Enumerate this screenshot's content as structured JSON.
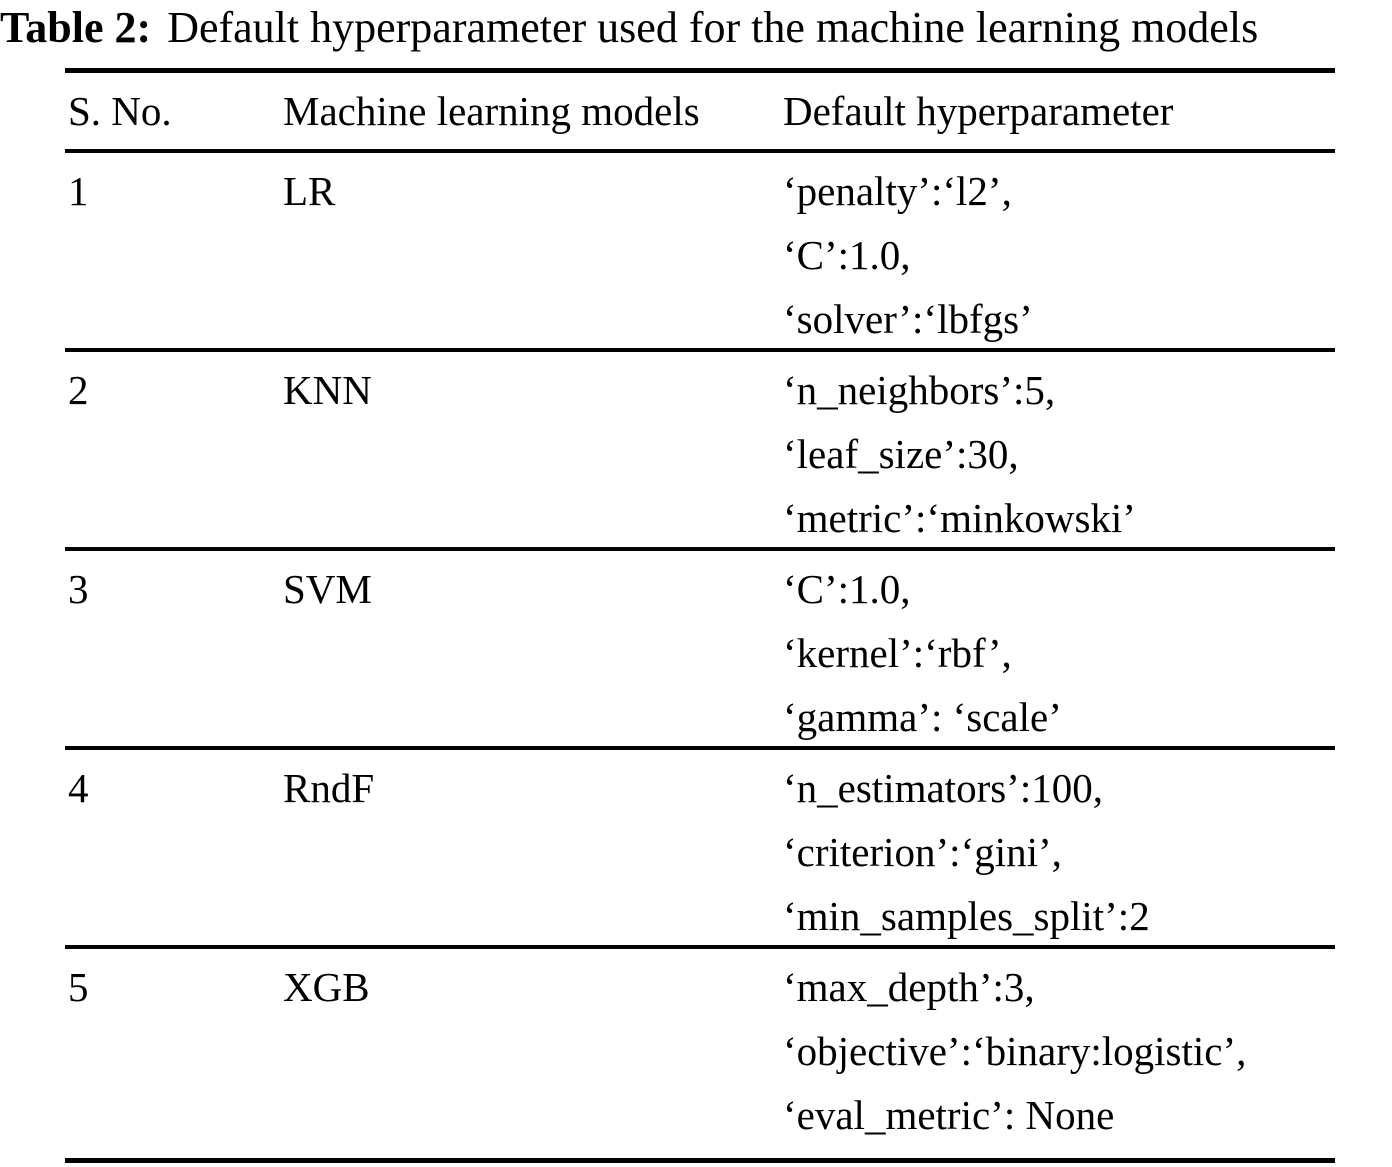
{
  "title": {
    "label": "Table 2:",
    "text": "Default hyperparameter used for the machine learning models"
  },
  "table": {
    "headers": [
      "S. No.",
      "Machine learning models",
      "Default hyperparameter"
    ],
    "rows": [
      {
        "sno": "1",
        "model": "LR",
        "params": [
          "‘penalty’:‘l2’,",
          "‘C’:1.0,",
          "‘solver’:‘lbfgs’"
        ]
      },
      {
        "sno": "2",
        "model": "KNN",
        "params": [
          "‘n_neighbors’:5,",
          "‘leaf_size’:30,",
          "‘metric’:‘minkowski’"
        ]
      },
      {
        "sno": "3",
        "model": "SVM",
        "params": [
          "‘C’:1.0,",
          "‘kernel’:‘rbf’,",
          "‘gamma’: ‘scale’"
        ]
      },
      {
        "sno": "4",
        "model": "RndF",
        "params": [
          "‘n_estimators’:100,",
          "‘criterion’:‘gini’,",
          "‘min_samples_split’:2"
        ]
      },
      {
        "sno": "5",
        "model": "XGB",
        "params": [
          "‘max_depth’:3,",
          "‘objective’:‘binary:logistic’,",
          "‘eval_metric’: None"
        ]
      }
    ]
  },
  "colors": {
    "text": "#000000",
    "background": "#ffffff",
    "rule": "#000000"
  }
}
